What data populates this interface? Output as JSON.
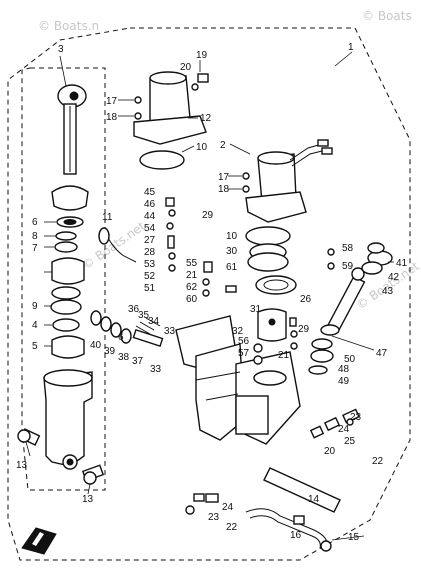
{
  "watermarks": [
    "© Boats.n",
    "© Boats",
    "© Boats.net",
    "© Boats.net"
  ],
  "diagram": {
    "callouts": [
      "1",
      "2",
      "3",
      "19",
      "20",
      "17",
      "18",
      "12",
      "10",
      "17",
      "18",
      "45",
      "46",
      "44",
      "29",
      "54",
      "27",
      "28",
      "53",
      "11",
      "6",
      "8",
      "7",
      "9",
      "4",
      "5",
      "10",
      "30",
      "55",
      "52",
      "21",
      "62",
      "51",
      "60",
      "58",
      "61",
      "59",
      "56",
      "57",
      "31",
      "26",
      "32",
      "29",
      "21",
      "50",
      "48",
      "49",
      "47",
      "41",
      "42",
      "43",
      "36",
      "35",
      "34",
      "33",
      "40",
      "39",
      "38",
      "37",
      "33",
      "6",
      "13",
      "13",
      "14",
      "20",
      "25",
      "23",
      "24",
      "22",
      "16",
      "15",
      "23",
      "22",
      "24"
    ]
  },
  "colors": {
    "line": "#111111",
    "paper": "#ffffff",
    "watermark": "#c8c8c8"
  },
  "icons": [
    "front-arrow-icon"
  ]
}
